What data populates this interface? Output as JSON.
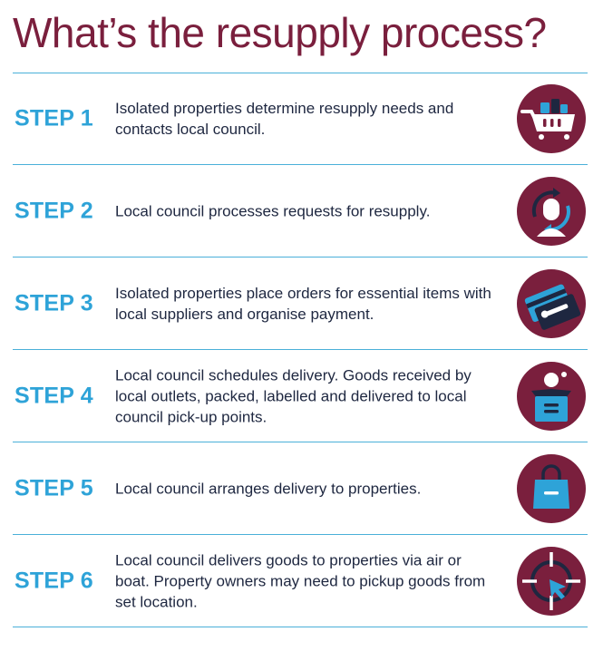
{
  "title": "What’s the resupply process?",
  "steps": [
    {
      "label": "STEP 1",
      "text": "Isolated properties determine resupply needs and contacts local council.",
      "icon": "shopping-basket-icon"
    },
    {
      "label": "STEP 2",
      "text": "Local council processes requests for resupply.",
      "icon": "person-cycle-icon"
    },
    {
      "label": "STEP 3",
      "text": "Isolated properties place orders for essential items with local suppliers and organise payment.",
      "icon": "payment-cards-icon"
    },
    {
      "label": "STEP 4",
      "text": "Local council schedules delivery. Goods received by local outlets, packed, labelled and delivered to local council pick-up points.",
      "icon": "open-box-icon"
    },
    {
      "label": "STEP 5",
      "text": "Local council arranges delivery to properties.",
      "icon": "shopping-bag-icon"
    },
    {
      "label": "STEP 6",
      "text": "Local council delivers goods to properties via air or boat. Property owners may need to pickup goods from set location.",
      "icon": "target-cursor-icon"
    }
  ],
  "colors": {
    "maroon": "#7a1f3d",
    "blue": "#2ea3d8",
    "navy": "#1e2740",
    "rule": "#4ab0d9"
  }
}
